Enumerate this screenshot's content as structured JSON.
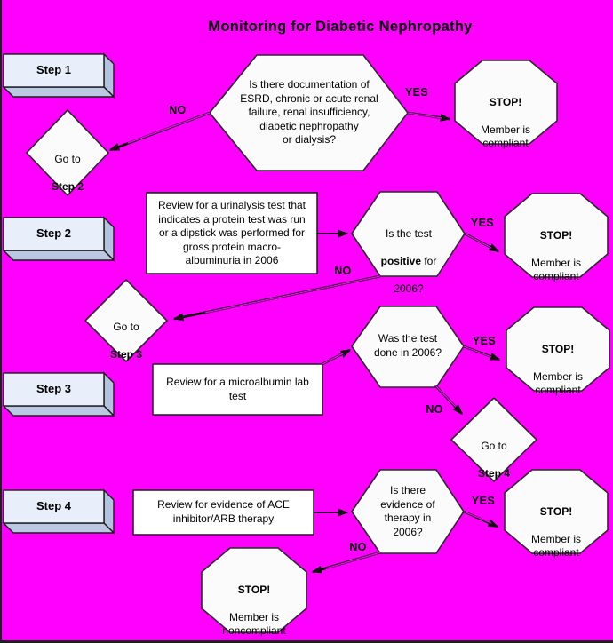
{
  "title": "Monitoring for Diabetic Nephropathy",
  "colors": {
    "background": "#ff00ff",
    "shape_fill": "#fbfbfb",
    "rect_fill": "#ffffff",
    "step_front": "#e9effa",
    "step_side": "#b3c2df",
    "outline": "#1a1a1a",
    "text": "#000000"
  },
  "steps": [
    {
      "label": "Step 1"
    },
    {
      "label": "Step 2"
    },
    {
      "label": "Step 3"
    },
    {
      "label": "Step 4"
    }
  ],
  "labels": {
    "yes": "YES",
    "no": "NO"
  },
  "connectors": {
    "goto_step2": {
      "line1": "Go to",
      "line2": "Step 2"
    },
    "goto_step3": {
      "line1": "Go to",
      "line2": "Step 3"
    },
    "goto_step4": {
      "line1": "Go to",
      "line2": "Step 4"
    }
  },
  "tasks": {
    "step2": "Review for a urinalysis test that\nindicates a protein test was run\nor a dipstick was performed for\ngross protein macro-\nalbuminuria in 2006",
    "step3": "Review for a microalbumin lab\ntest",
    "step4": "Review for evidence of ACE\ninhibitor/ARB therapy"
  },
  "decisions": {
    "step1": "Is there documentation of\nESRD, chronic or acute renal\nfailure, renal insufficiency,\ndiabetic nephropathy\nor dialysis?",
    "step2": {
      "line1": "Is the test",
      "bold": "positive",
      "line2_rest": " for",
      "line3": "2006?"
    },
    "step3": "Was the test\ndone in 2006?",
    "step4": "Is there\nevidence of\ntherapy in\n2006?"
  },
  "stops": {
    "compliant": {
      "title": "STOP!",
      "body": "Member is\ncompliant"
    },
    "noncompliant": {
      "title": "STOP!",
      "body": "Member is\nnoncompliant"
    }
  }
}
